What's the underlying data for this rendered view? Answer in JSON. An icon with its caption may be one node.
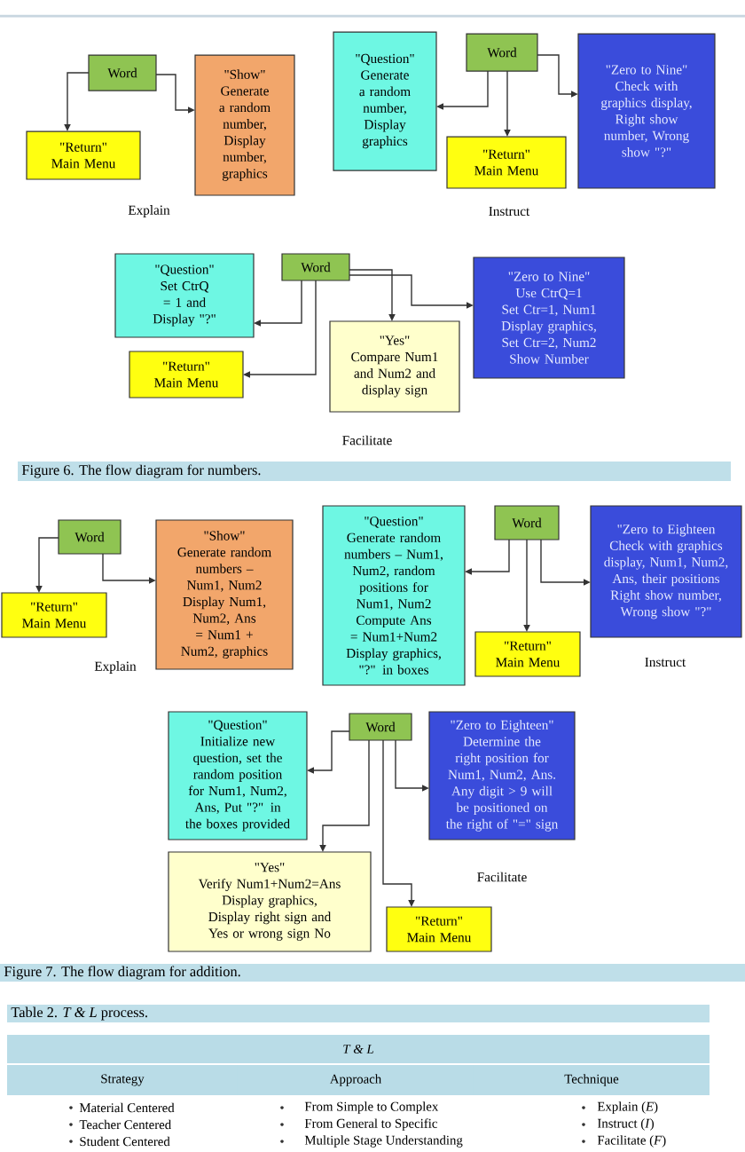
{
  "diagram": {
    "nodes": [
      {
        "text": [
          "Word"
        ]
      },
      {
        "text": [
          "\"Show\"",
          "Generate a random number, Display number, graphics"
        ]
      },
      {
        "text": [
          "\"Return\"",
          "Main Menu"
        ]
      },
      {
        "text": [
          "\"Question\"",
          "Generate a random number, Display graphics"
        ]
      },
      {
        "text": [
          "Word"
        ]
      },
      {
        "text": [
          "\"Zero to Nine\"",
          "Check with graphics display, Right show number, Wrong show \"?\""
        ]
      },
      {
        "text": [
          "\"Return\"",
          "Main Menu"
        ]
      },
      {
        "text": [
          "\"Question\"",
          "Set CtrQ = 1 and Display \"?\""
        ]
      },
      {
        "text": [
          "Word"
        ]
      },
      {
        "text": [
          "\"Zero to Nine\"",
          "Use CtrQ=1",
          "Set Ctr=1, Num1",
          "Display graphics, Set Ctr=2, Num2",
          "Show Number"
        ]
      },
      {
        "text": [
          "\"Yes\"",
          "Compare Num1 and Num2 and display sign"
        ]
      },
      {
        "text": [
          "\"Return\"",
          "Main Menu"
        ]
      },
      {
        "text": [
          "Word"
        ]
      },
      {
        "text": [
          "\"Show\"",
          "Generate random numbers – Num1, Num2",
          "Display Num1, Num2, Ans = Num1 + Num2, graphics"
        ]
      },
      {
        "text": [
          "\"Return\"",
          "Main Menu"
        ]
      },
      {
        "text": [
          "\"Question\"",
          "Generate random numbers – Num1, Num2, random positions for Num1, Num2",
          "Compute Ans = Num1+Num2",
          "Display graphics, \"?\" in boxes"
        ]
      },
      {
        "text": [
          "Word"
        ]
      },
      {
        "text": [
          "\"Zero to Eighteen",
          "Check with graphics display, Num1, Num2, Ans, their positions",
          "Right show number, Wrong show \"?\""
        ]
      },
      {
        "text": [
          "\"Return\"",
          "Main Menu"
        ]
      },
      {
        "text": [
          "\"Question\"",
          "Initialize new question, set the random position for Num1, Num2, Ans, Put \"?\" in the boxes provided"
        ]
      },
      {
        "text": [
          "Word"
        ]
      },
      {
        "text": [
          "\"Zero to Eighteen\"",
          "Determine the right position for Num1, Num2, Ans.",
          "Any digit > 9 will be positioned on the right of \"=\" sign"
        ]
      },
      {
        "text": [
          "\"Yes\"",
          "Verify Num1+Num2=Ans",
          "Display graphics,",
          "Display right sign and Yes or wrong sign No"
        ]
      },
      {
        "text": [
          "\"Return\"",
          "Main Menu"
        ]
      }
    ],
    "edges": [
      {
        "from": 0,
        "to": 2,
        "arrow": "to"
      },
      {
        "from": 0,
        "to": 1,
        "arrow": "to"
      },
      {
        "from": 4,
        "to": 3,
        "arrow": "to"
      },
      {
        "from": 4,
        "to": 6,
        "arrow": "to"
      },
      {
        "from": 4,
        "to": 5,
        "arrow": "to"
      },
      {
        "from": 8,
        "to": 7,
        "arrow": "to"
      },
      {
        "from": 8,
        "to": 11,
        "arrow": "to"
      },
      {
        "from": 8,
        "to": 10,
        "arrow": "to"
      },
      {
        "from": 8,
        "to": 9,
        "arrow": "to"
      },
      {
        "from": 12,
        "to": 14,
        "arrow": "to"
      },
      {
        "from": 12,
        "to": 13,
        "arrow": "to"
      },
      {
        "from": 16,
        "to": 15,
        "arrow": "to"
      },
      {
        "from": 16,
        "to": 18,
        "arrow": "to"
      },
      {
        "from": 16,
        "to": 17,
        "arrow": "to"
      },
      {
        "from": 20,
        "to": 19,
        "arrow": "to"
      },
      {
        "from": 20,
        "to": 22,
        "arrow": "to"
      },
      {
        "from": 20,
        "to": 23,
        "arrow": "to"
      },
      {
        "from": 20,
        "to": 21,
        "arrow": "to"
      }
    ],
    "labels": [
      "Explain",
      "Instruct",
      "Facilitate",
      "Figure 6. The flow diagram for numbers.",
      "Explain",
      "Instruct",
      "Facilitate",
      "Figure 7. The flow diagram for addition.",
      "Table 2. *T & L* process.",
      "T & L",
      "Strategy",
      "Approach",
      "Technique",
      "Material Centered",
      "From Simple to Complex",
      "Explain (*E*)",
      "Teacher Centered",
      "From General to Specific",
      "Instruct (*I*)",
      "Student Centered",
      "Multiple Stage Understanding",
      "Facilitate (*F*)"
    ]
  }
}
